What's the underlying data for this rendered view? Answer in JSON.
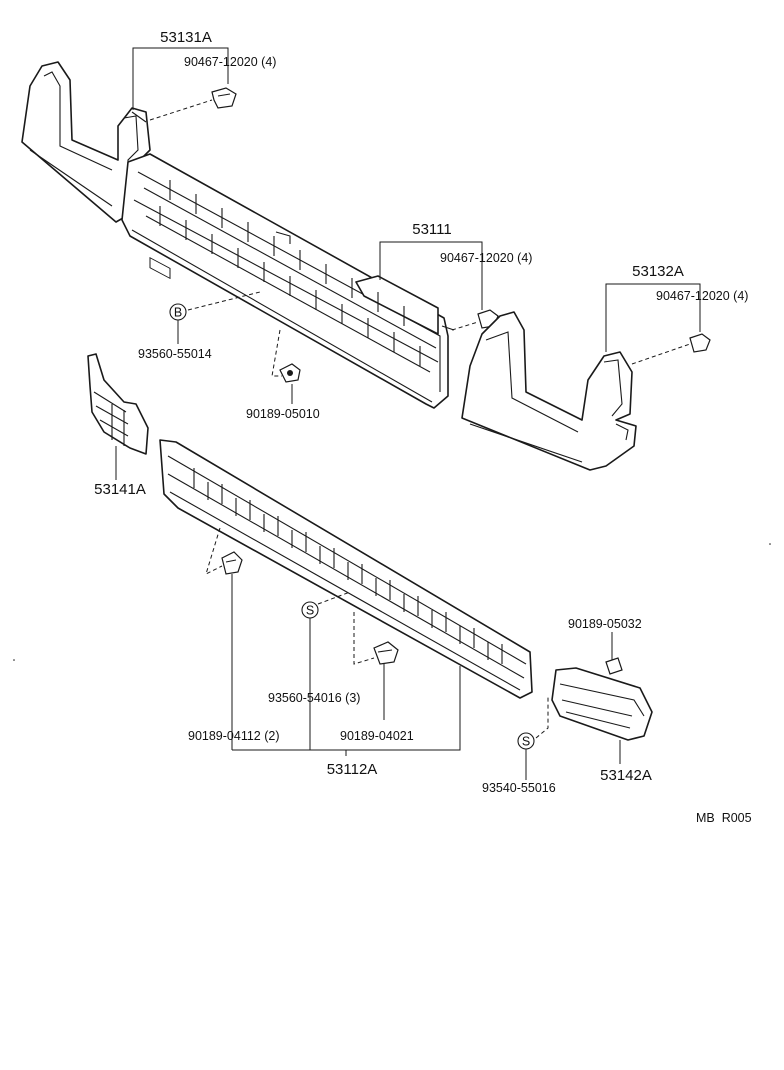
{
  "parts": {
    "upper_bracket_left": {
      "number": "53131A",
      "clip": "90467-12020 (4)"
    },
    "radiator_grille": {
      "number": "53111",
      "clip": "90467-12020 (4)"
    },
    "upper_bracket_right": {
      "number": "53132A",
      "clip": "90467-12020 (4)"
    },
    "grille_marked_b": {
      "number": "93560-55014",
      "symbol": "B"
    },
    "grille_nut": {
      "number": "90189-05010"
    },
    "left_side_grille": {
      "number": "53141A"
    },
    "lower_grille": {
      "number": "53112A"
    },
    "lower_grille_screw": {
      "number": "93560-54016 (3)",
      "symbol": "S"
    },
    "lower_grille_clip_left": {
      "number": "90189-04112 (2)"
    },
    "lower_grille_clip_center": {
      "number": "90189-04021"
    },
    "right_side_nut": {
      "number": "90189-05032"
    },
    "right_side_screw": {
      "number": "93540-55016",
      "symbol": "S"
    },
    "right_side_grille": {
      "number": "53142A"
    }
  },
  "figure_code": "MB  R005"
}
